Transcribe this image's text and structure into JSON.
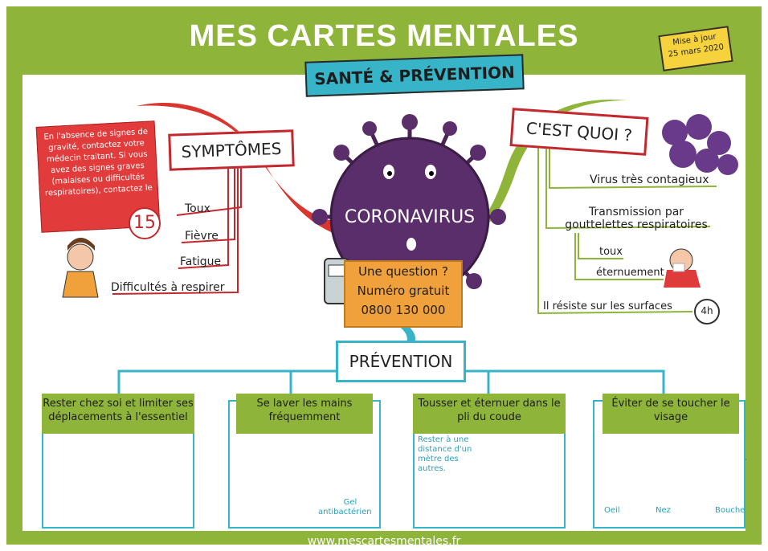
{
  "title": "MES CARTES MENTALES",
  "subtitle": "SANTÉ & PRÉVENTION",
  "update": {
    "line1": "Mise à jour",
    "line2": "25 mars 2020"
  },
  "symptoms": {
    "label": "SYMPTÔMES",
    "items": [
      "Toux",
      "Fièvre",
      "Fatigue",
      "Difficultés à respirer"
    ]
  },
  "gravite": {
    "text": "En l'absence de signes de gravité, contactez votre médecin traitant. Si vous avez des signes graves (malaises ou difficultés respiratoires), contactez le",
    "number": "15"
  },
  "center": {
    "label": "CORONAVIRUS"
  },
  "question": {
    "line1": "Une question ?",
    "line2": "Numéro gratuit",
    "line3": "0800 130 000"
  },
  "quoi": {
    "label": "C'EST QUOI ?",
    "items": [
      "Virus très contagieux",
      "Transmission par gouttelettes respiratoires",
      "toux",
      "éternuement",
      "Il résiste sur les surfaces"
    ],
    "clock": "4h"
  },
  "prevention": {
    "label": "PRÉVENTION",
    "cards": [
      {
        "title": "Rester chez soi et limiter ses déplacements à l'essentiel"
      },
      {
        "title": "Se laver les mains fréquemment",
        "note1": "Gel",
        "note2": "antibactérien"
      },
      {
        "title": "Tousser et éternuer dans le pli du coude",
        "note": "Rester à une distance d'un mètre des autres."
      },
      {
        "title": "Éviter de se toucher le visage",
        "labels": [
          "Oeil",
          "Nez",
          "Bouche"
        ]
      }
    ]
  },
  "footer": "www.mescartesmentales.fr",
  "colors": {
    "frame": "#8fb43a",
    "accent_red": "#c2282e",
    "accent_blue": "#37b4c7",
    "virus": "#5a2d6b",
    "orange": "#f1a13b"
  }
}
